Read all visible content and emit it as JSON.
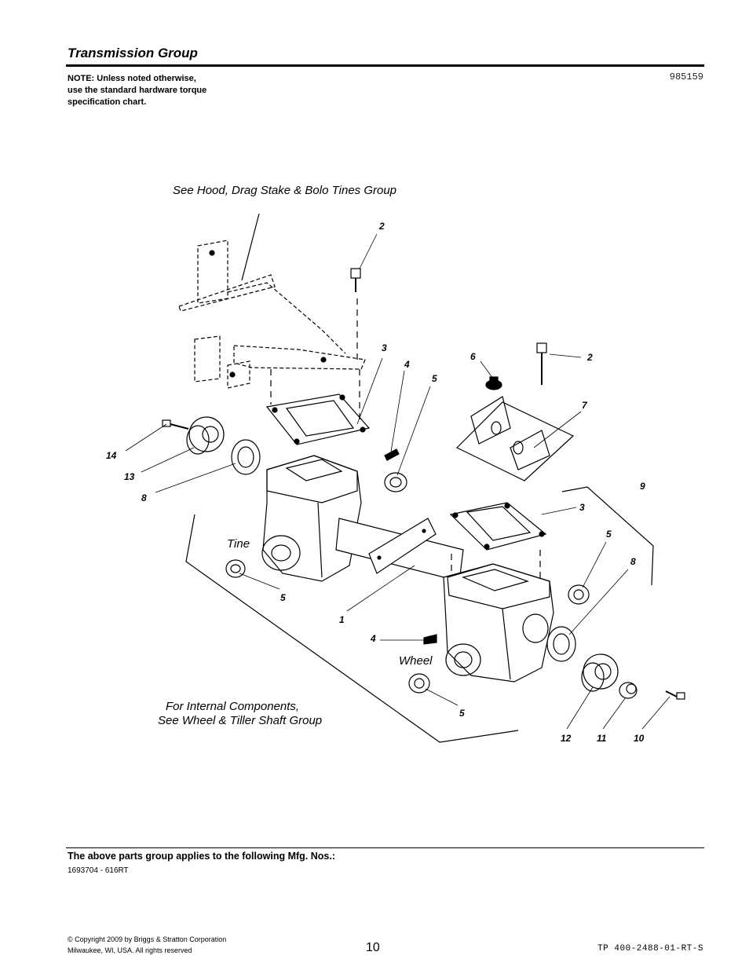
{
  "header": {
    "title": "Transmission Group",
    "note": "NOTE: Unless noted otherwise,\nuse the standard hardware torque\nspecification chart.",
    "doc_number": "985159"
  },
  "diagram": {
    "label_top": "See Hood, Drag Stake & Bolo Tines Group",
    "label_tine": "Tine",
    "label_wheel": "Wheel",
    "label_internal_1": "For Internal Components,",
    "label_internal_2": "See Wheel & Tiller Shaft Group",
    "callouts": {
      "c1": "1",
      "c2a": "2",
      "c2b": "2",
      "c3a": "3",
      "c3b": "3",
      "c4a": "4",
      "c4b": "4",
      "c5a": "5",
      "c5b": "5",
      "c5c": "5",
      "c5d": "5",
      "c6": "6",
      "c7": "7",
      "c8a": "8",
      "c8b": "8",
      "c9": "9",
      "c10": "10",
      "c11": "11",
      "c12": "12",
      "c13": "13",
      "c14": "14"
    }
  },
  "footer": {
    "applies_heading": "The above parts group applies to the following Mfg. Nos.:",
    "mfg_numbers": "1693704 - 616RT",
    "copyright": "© Copyright  2009 by Briggs & Stratton Corporation\nMilwaukee, WI, USA. All rights reserved",
    "page_number": "10",
    "tp_number": "TP 400-2488-01-RT-S"
  }
}
